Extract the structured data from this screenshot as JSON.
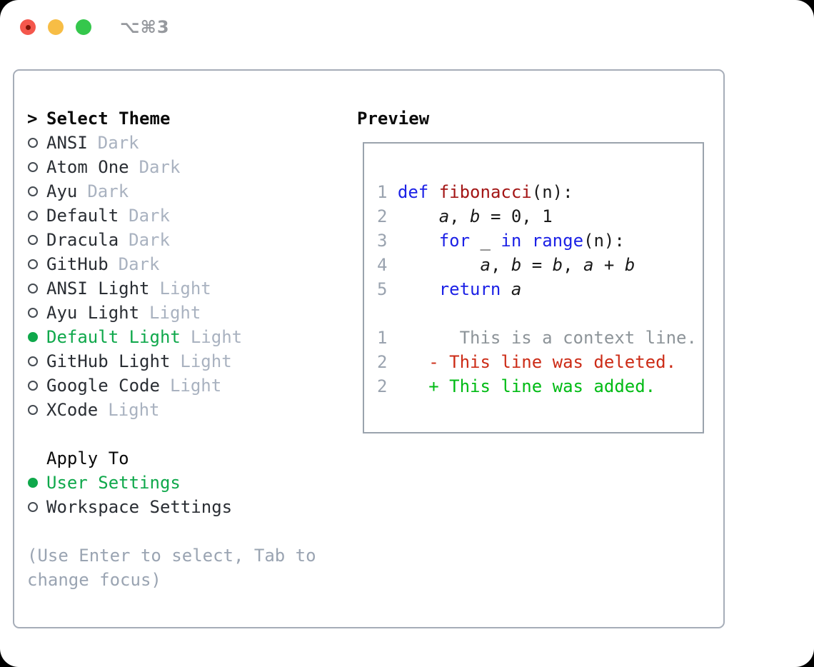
{
  "colors": {
    "accent_green": "#0fa84b",
    "diff_added": "#00bb14",
    "diff_deleted": "#cc2b16",
    "keyword_blue": "#1c21e6",
    "function_red": "#a31515",
    "muted_gray": "#a9b2c0",
    "traffic_red": "#f4574c",
    "traffic_yellow": "#f7bd45",
    "traffic_green": "#35c74c"
  },
  "titlebar": {
    "shortcut": "⌥⌘3"
  },
  "theme_picker": {
    "header_marker": ">",
    "header": "Select Theme",
    "items": [
      {
        "name": "ANSI",
        "tag": "Dark",
        "selected": false
      },
      {
        "name": "Atom One",
        "tag": "Dark",
        "selected": false
      },
      {
        "name": "Ayu",
        "tag": "Dark",
        "selected": false
      },
      {
        "name": "Default",
        "tag": "Dark",
        "selected": false
      },
      {
        "name": "Dracula",
        "tag": "Dark",
        "selected": false
      },
      {
        "name": "GitHub",
        "tag": "Dark",
        "selected": false
      },
      {
        "name": "ANSI Light",
        "tag": "Light",
        "selected": false
      },
      {
        "name": "Ayu Light",
        "tag": "Light",
        "selected": false
      },
      {
        "name": "Default Light",
        "tag": "Light",
        "selected": true
      },
      {
        "name": "GitHub Light",
        "tag": "Light",
        "selected": false
      },
      {
        "name": "Google Code",
        "tag": "Light",
        "selected": false
      },
      {
        "name": "XCode",
        "tag": "Light",
        "selected": false
      }
    ],
    "apply_to": {
      "header": "Apply To",
      "options": [
        {
          "name": "User Settings",
          "selected": true
        },
        {
          "name": "Workspace Settings",
          "selected": false
        }
      ]
    },
    "hint_lines": [
      "(Use Enter to select, Tab to",
      "change focus)"
    ]
  },
  "preview": {
    "title": "Preview",
    "lines": [
      {
        "num": "1",
        "kind": "code",
        "tokens": [
          {
            "t": "def",
            "c": "kw"
          },
          {
            "t": " ",
            "c": "plain"
          },
          {
            "t": "fibonacci",
            "c": "fn"
          },
          {
            "t": "(n):",
            "c": "plain"
          }
        ]
      },
      {
        "num": "2",
        "kind": "code",
        "tokens": [
          {
            "t": "    ",
            "c": "plain"
          },
          {
            "t": "a",
            "c": "var"
          },
          {
            "t": ", ",
            "c": "plain"
          },
          {
            "t": "b",
            "c": "var"
          },
          {
            "t": " = 0, 1",
            "c": "plain"
          }
        ]
      },
      {
        "num": "3",
        "kind": "code",
        "tokens": [
          {
            "t": "    ",
            "c": "plain"
          },
          {
            "t": "for",
            "c": "kw"
          },
          {
            "t": " _ ",
            "c": "plain"
          },
          {
            "t": "in",
            "c": "kw"
          },
          {
            "t": " ",
            "c": "plain"
          },
          {
            "t": "range",
            "c": "kw"
          },
          {
            "t": "(n):",
            "c": "plain"
          }
        ]
      },
      {
        "num": "4",
        "kind": "code",
        "tokens": [
          {
            "t": "        ",
            "c": "plain"
          },
          {
            "t": "a",
            "c": "var"
          },
          {
            "t": ", ",
            "c": "plain"
          },
          {
            "t": "b",
            "c": "var"
          },
          {
            "t": " = ",
            "c": "plain"
          },
          {
            "t": "b",
            "c": "var"
          },
          {
            "t": ", ",
            "c": "plain"
          },
          {
            "t": "a",
            "c": "var"
          },
          {
            "t": " + ",
            "c": "plain"
          },
          {
            "t": "b",
            "c": "var"
          }
        ]
      },
      {
        "num": "5",
        "kind": "code",
        "tokens": [
          {
            "t": "    ",
            "c": "plain"
          },
          {
            "t": "return",
            "c": "kw"
          },
          {
            "t": " ",
            "c": "plain"
          },
          {
            "t": "a",
            "c": "var"
          }
        ]
      },
      {
        "num": "",
        "kind": "blank",
        "tokens": []
      },
      {
        "num": "1",
        "kind": "context",
        "tokens": [
          {
            "t": "      This is a context line.",
            "c": "ctx"
          }
        ]
      },
      {
        "num": "2",
        "kind": "deleted",
        "tokens": [
          {
            "t": "   - This line was deleted.",
            "c": "del"
          }
        ]
      },
      {
        "num": "2",
        "kind": "added",
        "tokens": [
          {
            "t": "   + This line was added.",
            "c": "add"
          }
        ]
      }
    ]
  }
}
